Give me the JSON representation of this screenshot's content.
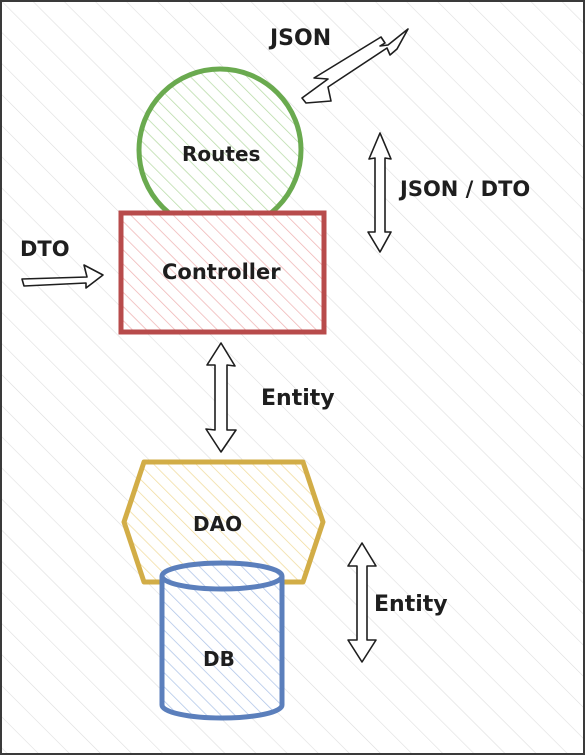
{
  "labels": {
    "json_top": "JSON",
    "routes": "Routes",
    "json_dto": "JSON / DTO",
    "dto_in": "DTO",
    "controller": "Controller",
    "entity_1": "Entity",
    "dao": "DAO",
    "entity_2": "Entity",
    "db": "DB"
  },
  "colors": {
    "routes": "#6aaa4f",
    "controller": "#b84b4b",
    "dao": "#d2ad47",
    "db": "#5b7fbc",
    "stroke": "#1e1e1e"
  }
}
